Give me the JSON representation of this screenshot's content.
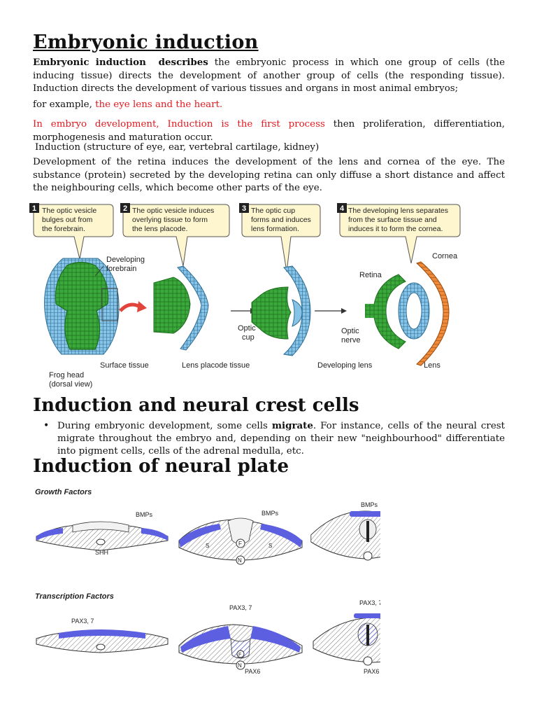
{
  "title": "Embryonic induction",
  "intro": {
    "term": "Embryonic induction",
    "describes": "describes",
    "text": "the embryonic process in which one group of cells (the inducing tissue) directs the development of another group of cells (the responding tissue). Induction directs the development of various tissues and organs in most animal embryos;",
    "example_prefix": "for example, ",
    "example_red": "the eye lens and the heart."
  },
  "process": {
    "red": "In embryo development, Induction is the first process",
    "rest": " then proliferation, differentiation, morphogenesis and maturation occur.",
    "structures": "Induction (structure of eye, ear, vertebral cartilage, kidney)"
  },
  "retina_paragraph": "Development of the retina induces the development of the lens and cornea of the eye. The substance (protein) secreted by the developing retina can only diffuse a short distance and affect the neighbouring cells, which become other parts of the eye.",
  "eye_figure": {
    "steps": [
      {
        "num": "1",
        "lines": [
          "The optic vesicle",
          "bulges out from",
          "the forebrain."
        ]
      },
      {
        "num": "2",
        "lines": [
          "The optic vesicle induces",
          "overlying tissue to form",
          "the lens placode."
        ]
      },
      {
        "num": "3",
        "lines": [
          "The optic cup",
          "forms and induces",
          "lens formation."
        ]
      },
      {
        "num": "4",
        "lines": [
          "The developing lens separates",
          "from the surface tissue and",
          "induces it to form the cornea."
        ]
      }
    ],
    "labels": {
      "forebrain": [
        "Developing",
        "forebrain"
      ],
      "surface_tissue": "Surface tissue",
      "frog_head": [
        "Frog head",
        "(dorsal view)"
      ],
      "lens_placode": "Lens placode tissue",
      "optic_cup": [
        "Optic",
        "cup"
      ],
      "developing_lens": "Developing lens",
      "retina": "Retina",
      "cornea": "Cornea",
      "optic_nerve": [
        "Optic",
        "nerve"
      ],
      "lens": "Lens"
    },
    "colors": {
      "green": "#3aa83a",
      "blue": "#86c3e6",
      "orange": "#ee8a3a",
      "callout": "#fdf6cf"
    }
  },
  "neural_crest": {
    "heading": "Induction and neural crest cells",
    "bullet_pre": "During embryonic development, some cells ",
    "bullet_bold": "migrate",
    "bullet_post": ". For instance, cells of the neural crest migrate throughout the embryo and, depending on their new \"neighbourhood\" differentiate into pigment cells, cells of the adrenal medulla, etc."
  },
  "neural_plate": {
    "heading": "Induction of neural plate",
    "growth_title": "Growth Factors",
    "transcription_title": "Transcription Factors",
    "labels": {
      "bmps": "BMPs",
      "shh": "SHH",
      "s": "S",
      "f": "F",
      "n": "N",
      "pax37": "PAX3, 7",
      "pax6": "PAX6"
    },
    "colors": {
      "purple": "#5b5fe0"
    }
  }
}
